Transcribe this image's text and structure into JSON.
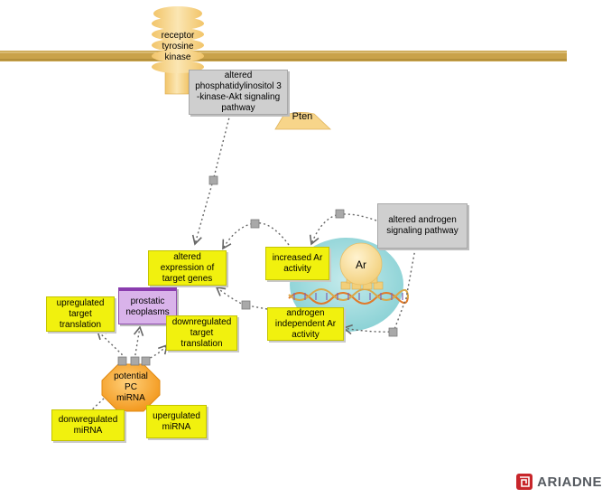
{
  "nodes": {
    "receptor": "receptor\ntyrosine\nkinase",
    "akt_pathway": "altered\nphosphatidylinositol 3\n-kinase-Akt signaling\npathway",
    "pten": "Pten",
    "altered_expression": "altered\nexpression of\ntarget genes",
    "increased_ar": "increased Ar\nactivity",
    "ar": "Ar",
    "androgen_pathway": "altered androgen\nsignaling pathway",
    "androgen_independent": "androgen\nindependent Ar\nactivity",
    "prostatic_neoplasms": "prostatic\nneoplasms",
    "upregulated_translation": "upregulated\ntarget\ntranslation",
    "downregulated_translation": "downregulated\ntarget\ntranslation",
    "potential_mirna": "potential\nPC\nmiRNA",
    "downregulated_mirna": "donwregulated\nmiRNA",
    "upregulated_mirna": "upergulated\nmiRNA"
  },
  "logo": {
    "text": "ARIADNE"
  },
  "colors": {
    "membrane": "#c9a24a",
    "node_yellow": "#f1f10e",
    "node_gray": "#cfcfcf",
    "node_purple": "#d9b3ea",
    "mirna_orange": "#f7a12a",
    "nucleus": "#8fd3d6",
    "receptor": "#f6d68a"
  }
}
